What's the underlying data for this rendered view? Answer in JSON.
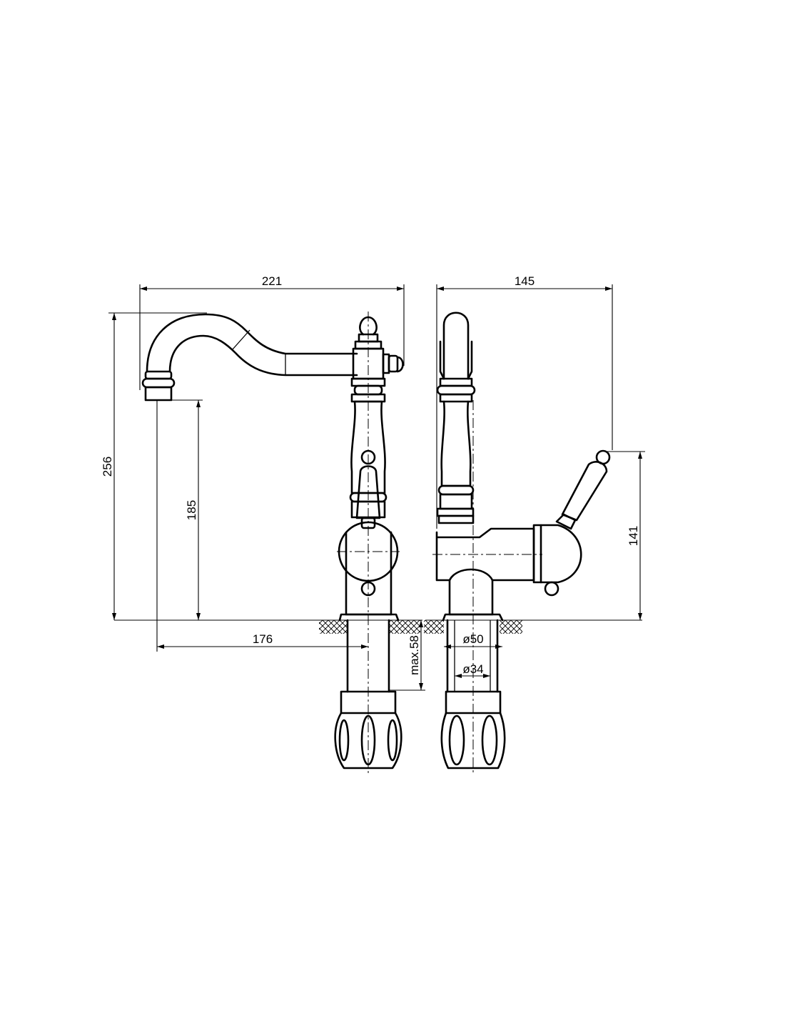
{
  "dimensions": {
    "front_width": "221",
    "side_width": "145",
    "total_height": "256",
    "spout_height": "185",
    "spout_reach": "176",
    "max_deck_thickness": "max.58",
    "side_lever_height": "141",
    "base_diameter": "ø50",
    "shank_diameter": "ø34"
  },
  "colors": {
    "line": "#000000",
    "background": "#ffffff"
  }
}
